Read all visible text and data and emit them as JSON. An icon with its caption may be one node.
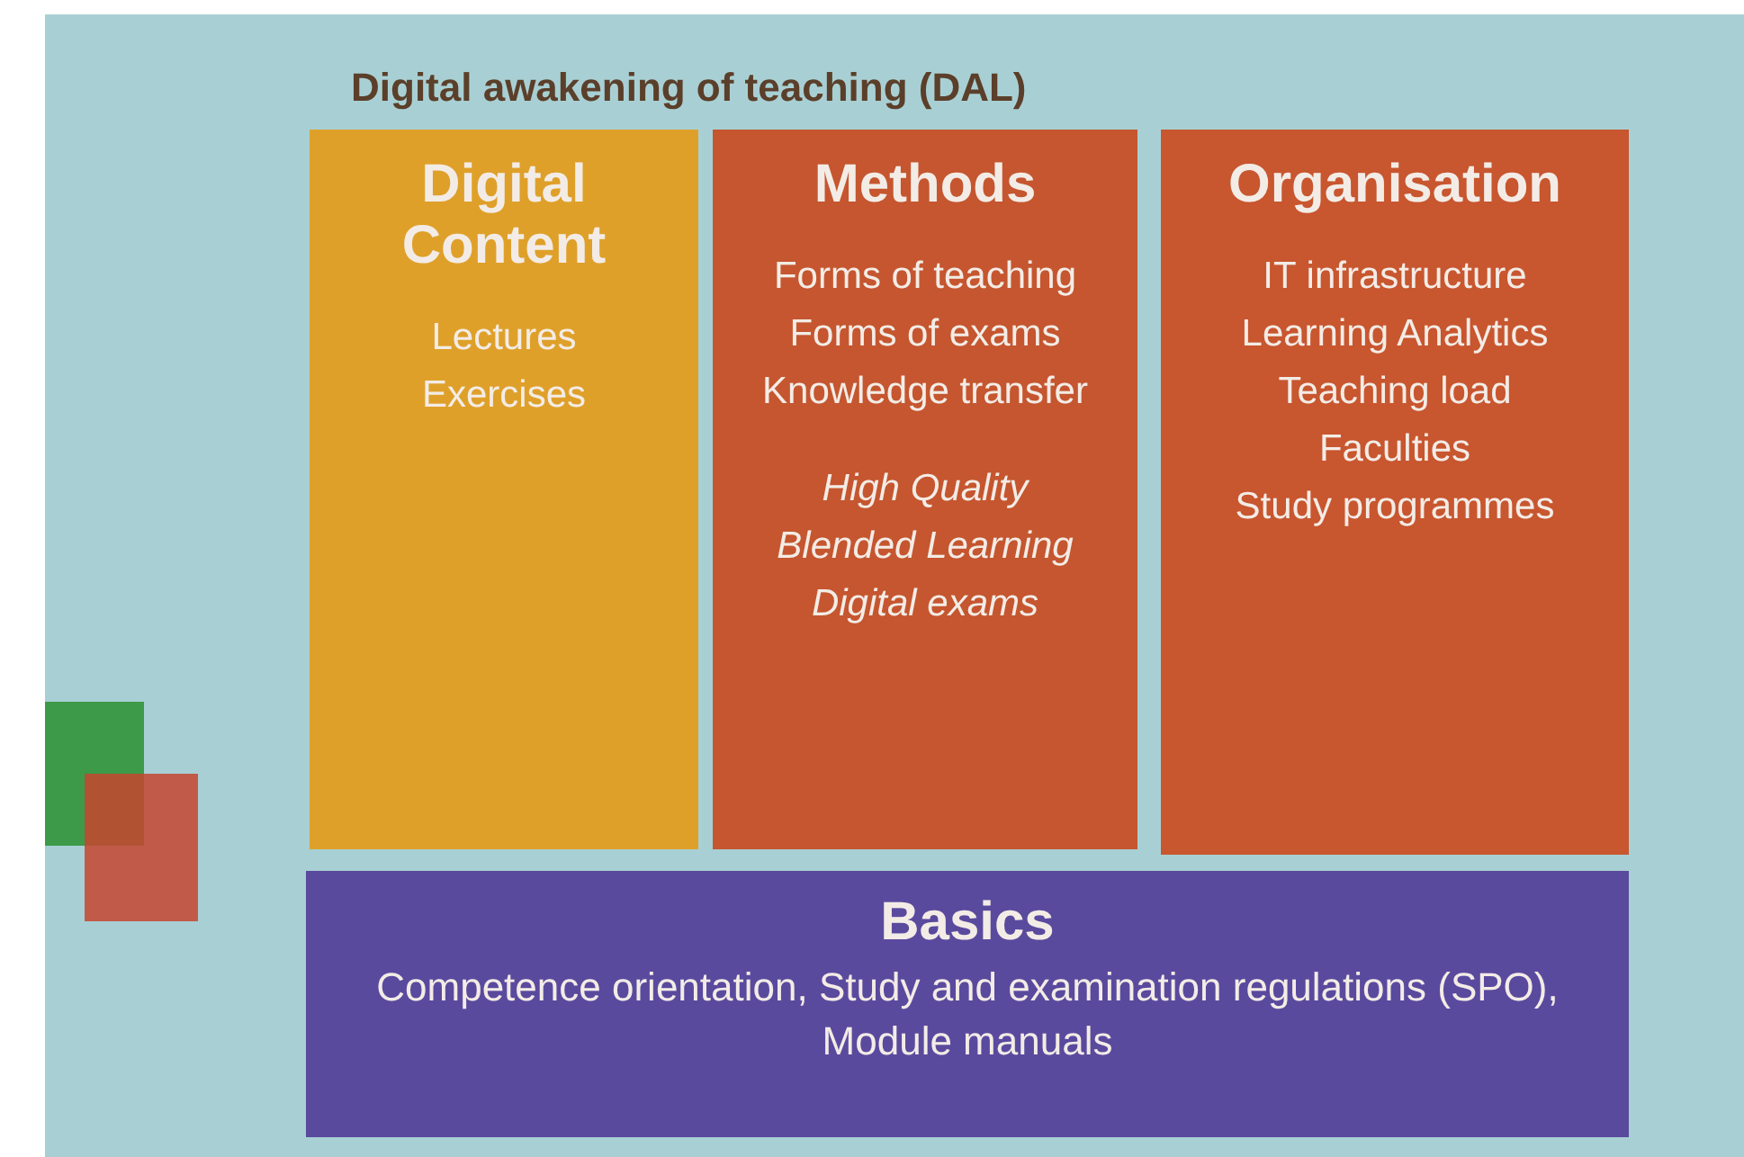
{
  "diagram": {
    "title": "Digital awakening of teaching (DAL)",
    "nodes": [
      {
        "text": [
          "Digital Content",
          "Lectures",
          "Exercises"
        ]
      },
      {
        "text": [
          "Methods",
          "Forms of teaching",
          "Forms of exams",
          "Knowledge transfer",
          "High Quality",
          "Blended Learning",
          "Digital exams"
        ]
      },
      {
        "text": [
          "Organisation",
          "IT infrastructure",
          "Learning Analytics",
          "Teaching load",
          "Faculties",
          "Study programmes"
        ]
      },
      {
        "text": [
          "Basics",
          "Competence orientation, Study and examination regulations (SPO), Module manuals"
        ]
      }
    ]
  }
}
